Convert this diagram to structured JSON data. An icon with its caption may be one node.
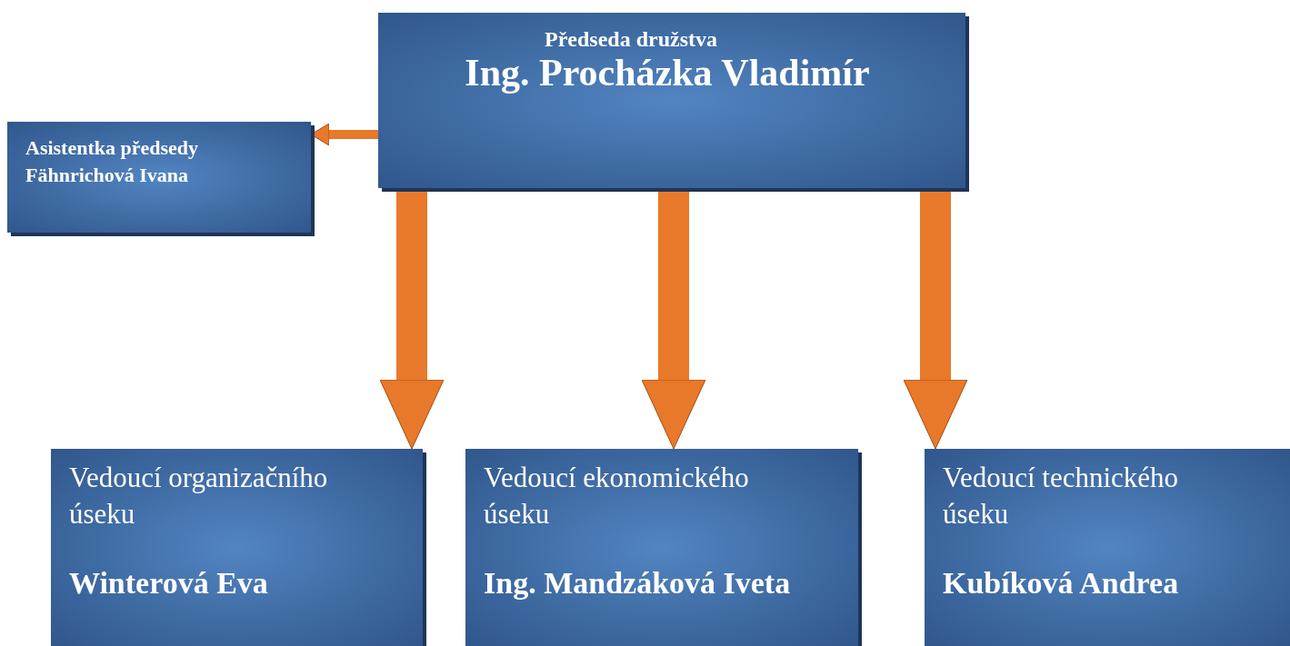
{
  "diagram": {
    "nodes": [
      {
        "text": [
          "Předseda družstva",
          "Ing. Procházka Vladimír"
        ]
      },
      {
        "text": [
          "Asistentka předsedy",
          "Fähnrichová Ivana"
        ]
      },
      {
        "text": [
          "Vedoucí organizačního úseku",
          "Winterová Eva"
        ]
      },
      {
        "text": [
          "Vedoucí ekonomického úseku",
          "Ing. Mandzáková Iveta"
        ]
      },
      {
        "text": [
          "Vedoucí technického úseku",
          "Kubíková Andrea"
        ]
      }
    ],
    "edges": [
      {
        "from": 0,
        "to": 1,
        "arrow": "to"
      },
      {
        "from": 0,
        "to": 2,
        "arrow": "to"
      },
      {
        "from": 0,
        "to": 3,
        "arrow": "to"
      },
      {
        "from": 0,
        "to": 4,
        "arrow": "to"
      }
    ]
  }
}
